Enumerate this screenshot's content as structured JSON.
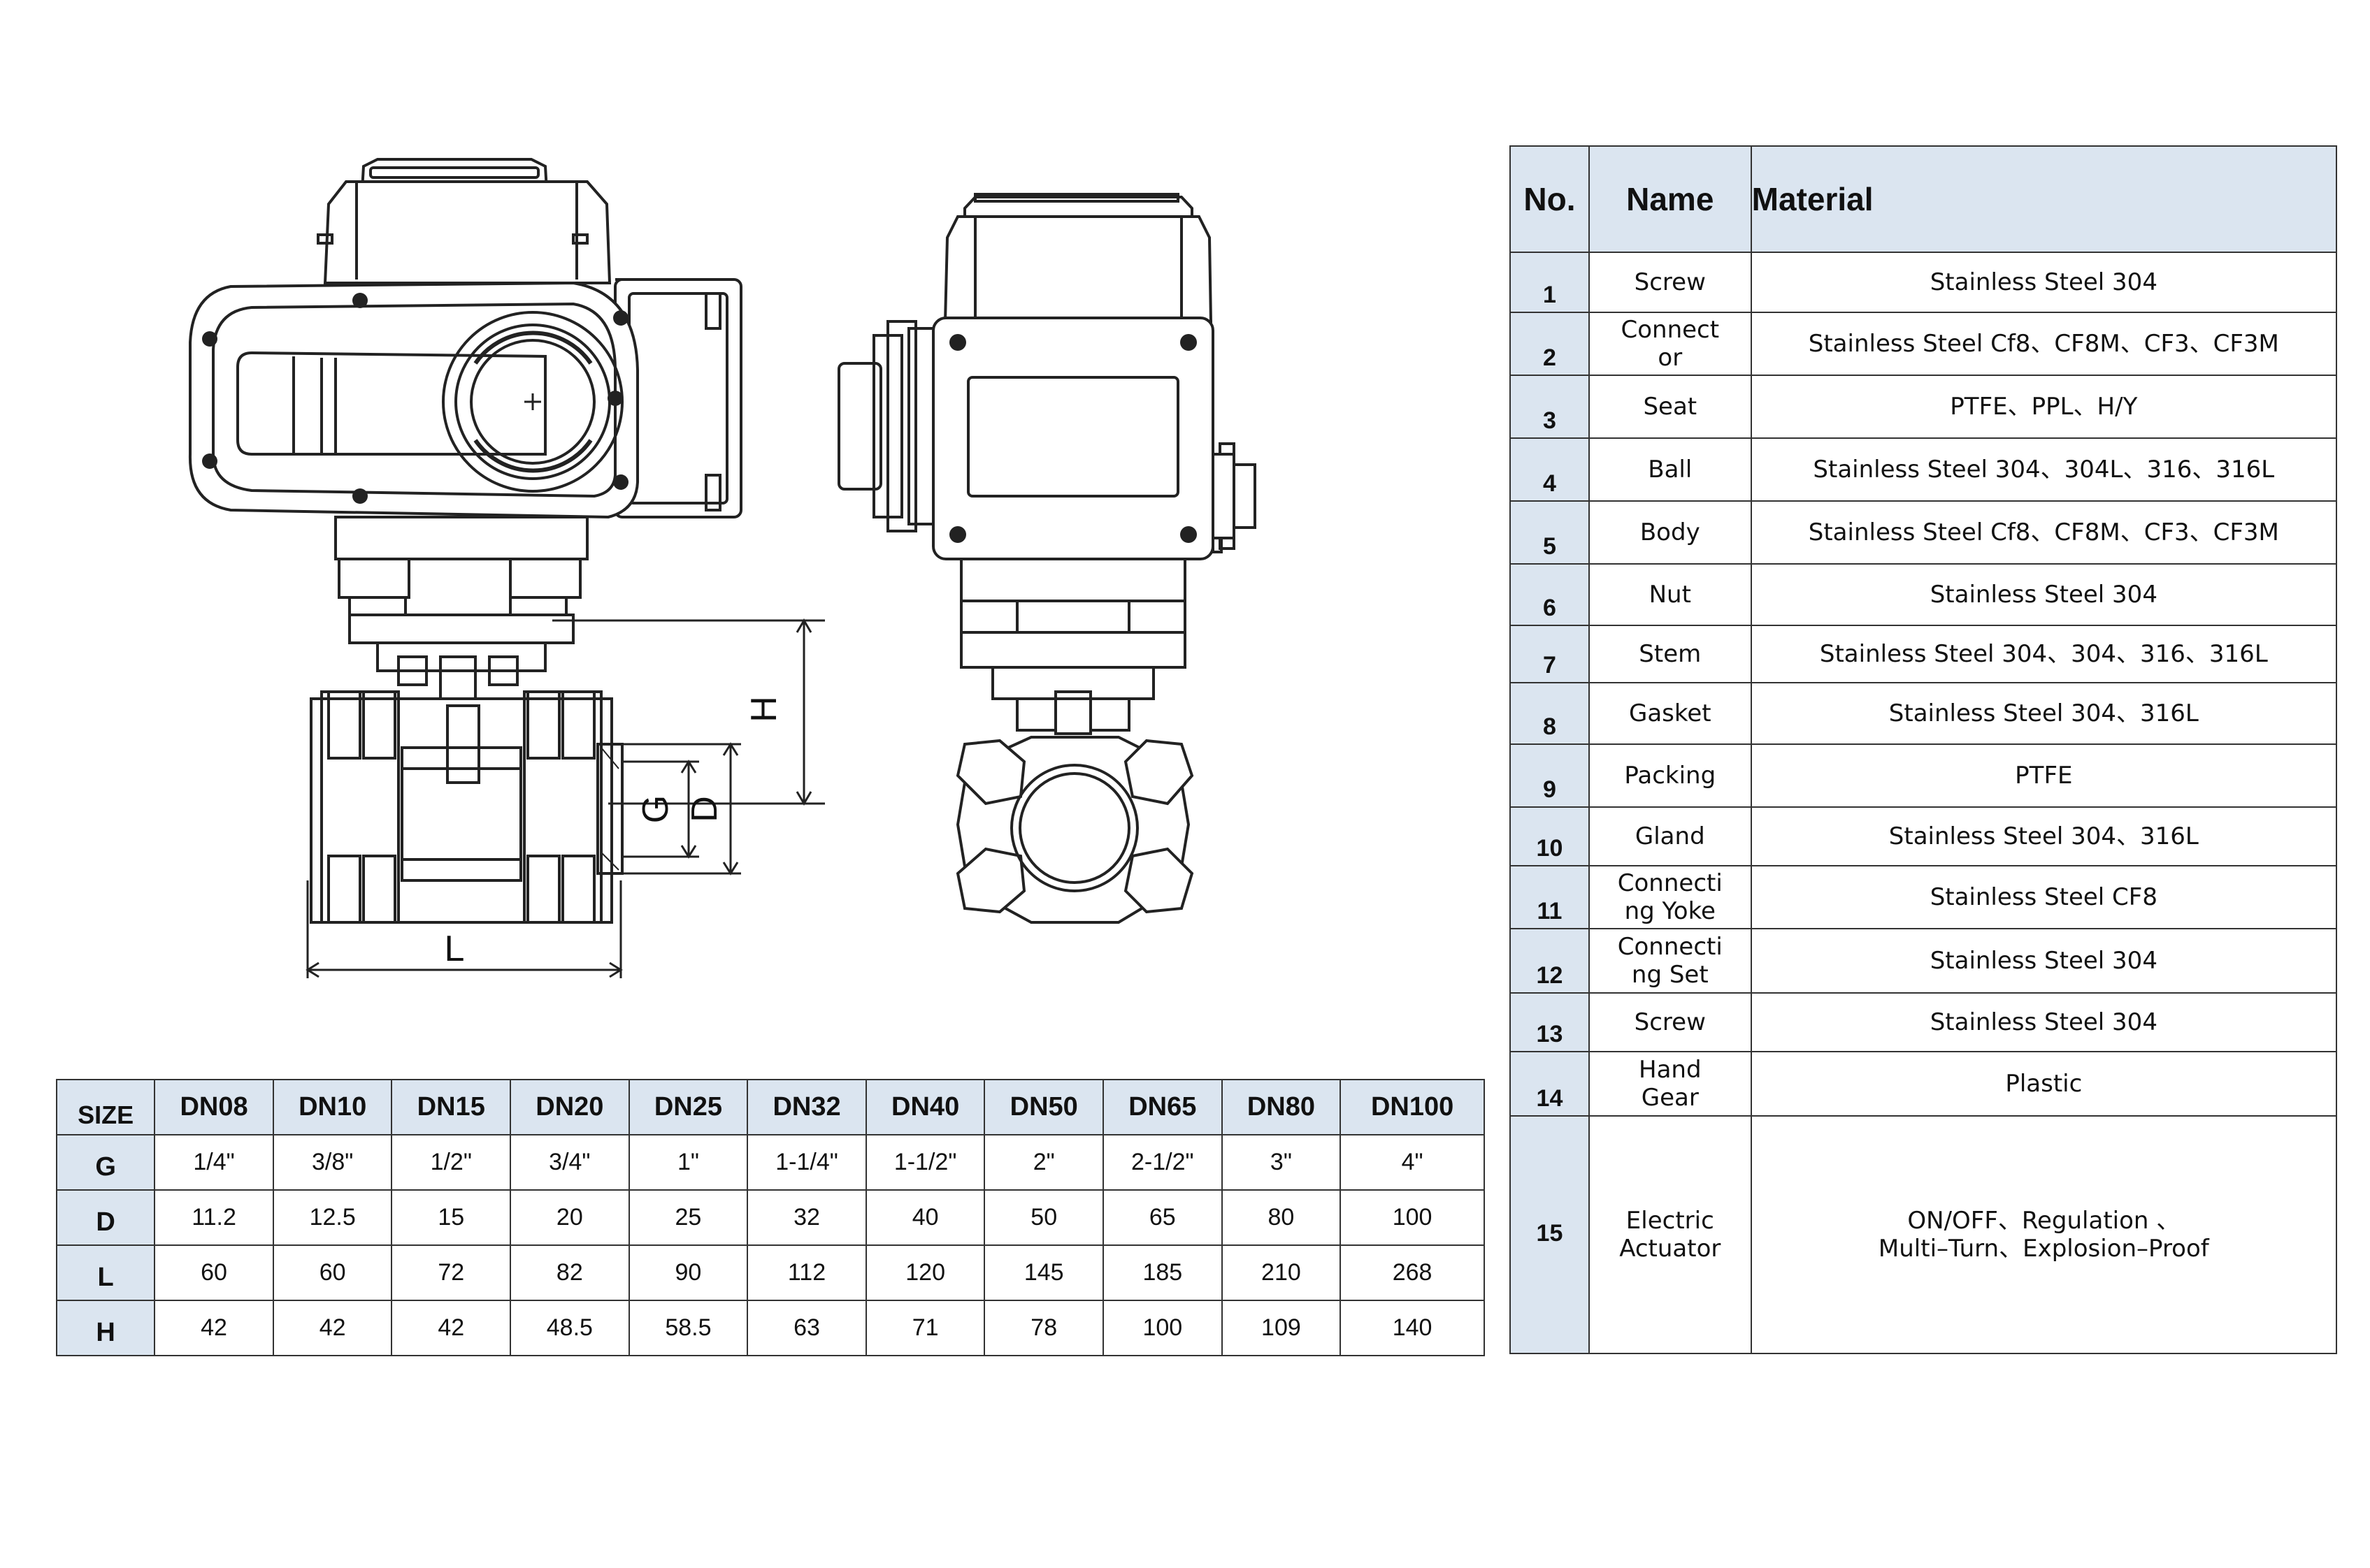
{
  "dimension_labels": {
    "h": "H",
    "g": "G",
    "d": "D",
    "l": "L"
  },
  "size_table": {
    "corner": "SIZE",
    "columns": [
      "DN08",
      "DN10",
      "DN15",
      "DN20",
      "DN25",
      "DN32",
      "DN40",
      "DN50",
      "DN65",
      "DN80",
      "DN100"
    ],
    "rows": [
      {
        "label": "G",
        "values": [
          "1/4\"",
          "3/8\"",
          "1/2\"",
          "3/4\"",
          "1\"",
          "1-1/4\"",
          "1-1/2\"",
          "2\"",
          "2-1/2\"",
          "3\"",
          "4\""
        ]
      },
      {
        "label": "D",
        "values": [
          "11.2",
          "12.5",
          "15",
          "20",
          "25",
          "32",
          "40",
          "50",
          "65",
          "80",
          "100"
        ]
      },
      {
        "label": "L",
        "values": [
          "60",
          "60",
          "72",
          "82",
          "90",
          "112",
          "120",
          "145",
          "185",
          "210",
          "268"
        ]
      },
      {
        "label": "H",
        "values": [
          "42",
          "42",
          "42",
          "48.5",
          "58.5",
          "63",
          "71",
          "78",
          "100",
          "109",
          "140"
        ]
      }
    ]
  },
  "parts_table": {
    "headers": {
      "no": "No.",
      "name": "Name",
      "material": "Material"
    },
    "rows": [
      {
        "no": "1",
        "name": "Screw",
        "material": "Stainless Steel 304"
      },
      {
        "no": "2",
        "name": "Connect\nor",
        "material": "Stainless Steel Cf8、CF8M、CF3、CF3M"
      },
      {
        "no": "3",
        "name": "Seat",
        "material": "PTFE、PPL、H/Y"
      },
      {
        "no": "4",
        "name": "Ball",
        "material": "Stainless Steel 304、304L、316、316L"
      },
      {
        "no": "5",
        "name": "Body",
        "material": "Stainless Steel Cf8、CF8M、CF3、CF3M"
      },
      {
        "no": "6",
        "name": "Nut",
        "material": "Stainless Steel 304"
      },
      {
        "no": "7",
        "name": "Stem",
        "material": "Stainless Steel 304、304、316、316L"
      },
      {
        "no": "8",
        "name": "Gasket",
        "material": "Stainless Steel 304、316L"
      },
      {
        "no": "9",
        "name": "Packing",
        "material": "PTFE"
      },
      {
        "no": "10",
        "name": "Gland",
        "material": "Stainless Steel 304、316L"
      },
      {
        "no": "11",
        "name": "Connecti\nng Yoke",
        "material": "Stainless Steel CF8"
      },
      {
        "no": "12",
        "name": "Connecti\nng Set",
        "material": "Stainless Steel 304"
      },
      {
        "no": "13",
        "name": "Screw",
        "material": "Stainless Steel 304"
      },
      {
        "no": "14",
        "name": "Hand\nGear",
        "material": "Plastic"
      },
      {
        "no": "15",
        "name": "Electric\nActuator",
        "material": "ON/OFF、Regulation 、\nMulti–Turn、Explosion–Proof"
      }
    ]
  }
}
